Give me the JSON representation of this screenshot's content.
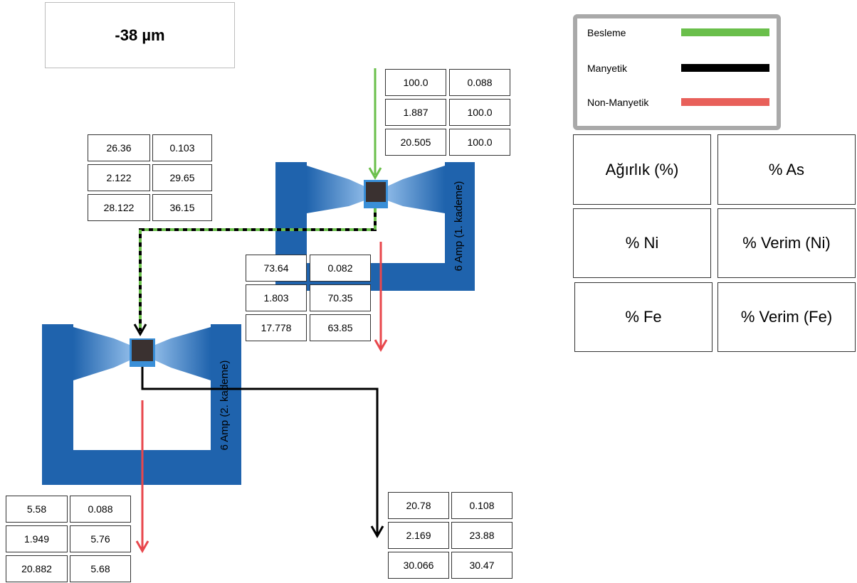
{
  "title": "-38 µm",
  "legend": {
    "items": [
      {
        "label": "Besleme",
        "color": "#6abf4b"
      },
      {
        "label": "Manyetik",
        "color": "#000000"
      },
      {
        "label": "Non-Manyetik",
        "color": "#e8605a"
      }
    ]
  },
  "key": {
    "weight": "Ağırlık (%)",
    "as": "% As",
    "ni": "% Ni",
    "yield_ni": "% Verim (Ni)",
    "fe": "% Fe",
    "yield_fe": "% Verim (Fe)"
  },
  "separators": {
    "stage1": "6 Amp (1. kademe)",
    "stage2": "6 Amp (2. kademe)"
  },
  "tables": {
    "feed": [
      [
        "100.0",
        "0.088"
      ],
      [
        "1.887",
        "100.0"
      ],
      [
        "20.505",
        "100.0"
      ]
    ],
    "mag1": [
      [
        "26.36",
        "0.103"
      ],
      [
        "2.122",
        "29.65"
      ],
      [
        "28.122",
        "36.15"
      ]
    ],
    "nonmag1": [
      [
        "73.64",
        "0.082"
      ],
      [
        "1.803",
        "70.35"
      ],
      [
        "17.778",
        "63.85"
      ]
    ],
    "nonmag2": [
      [
        "5.58",
        "0.088"
      ],
      [
        "1.949",
        "5.76"
      ],
      [
        "20.882",
        "5.68"
      ]
    ],
    "mag2": [
      [
        "20.78",
        "0.108"
      ],
      [
        "2.169",
        "23.88"
      ],
      [
        "30.066",
        "30.47"
      ]
    ]
  },
  "colors": {
    "separator_blue": "#1f63ad",
    "feed_green": "#6abf4b",
    "magnetic_black": "#000000",
    "nonmagnetic_red": "#e8474c"
  }
}
